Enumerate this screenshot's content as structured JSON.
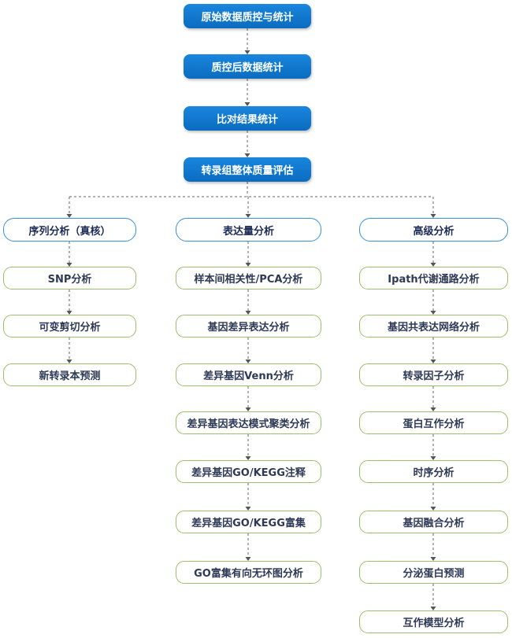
{
  "main_steps": [
    "原始数据质控与统计",
    "质控后数据统计",
    "比对结果统计",
    "转录组整体质量评估"
  ],
  "categories": [
    {
      "label": "序列分析（真核）",
      "items": [
        "SNP分析",
        "可变剪切分析",
        "新转录本预测"
      ]
    },
    {
      "label": "表达量分析",
      "items": [
        "样本间相关性/PCA分析",
        "基因差异表达分析",
        "差异基因Venn分析",
        "差异基因表达模式聚类分析",
        "差异基因GO/KEGG注释",
        "差异基因GO/KEGG富集",
        "GO富集有向无环图分析"
      ]
    },
    {
      "label": "高级分析",
      "items": [
        "Ipath代谢通路分析",
        "基因共表达网络分析",
        "转录因子分析",
        "蛋白互作分析",
        "时序分析",
        "基因融合分析",
        "分泌蛋白预测",
        "互作模型分析"
      ]
    }
  ],
  "colors": {
    "main_fill": "#0a6cc0",
    "category_border": "#3b8fd8",
    "item_border": "#9dbe6a",
    "connector": "#666666"
  }
}
